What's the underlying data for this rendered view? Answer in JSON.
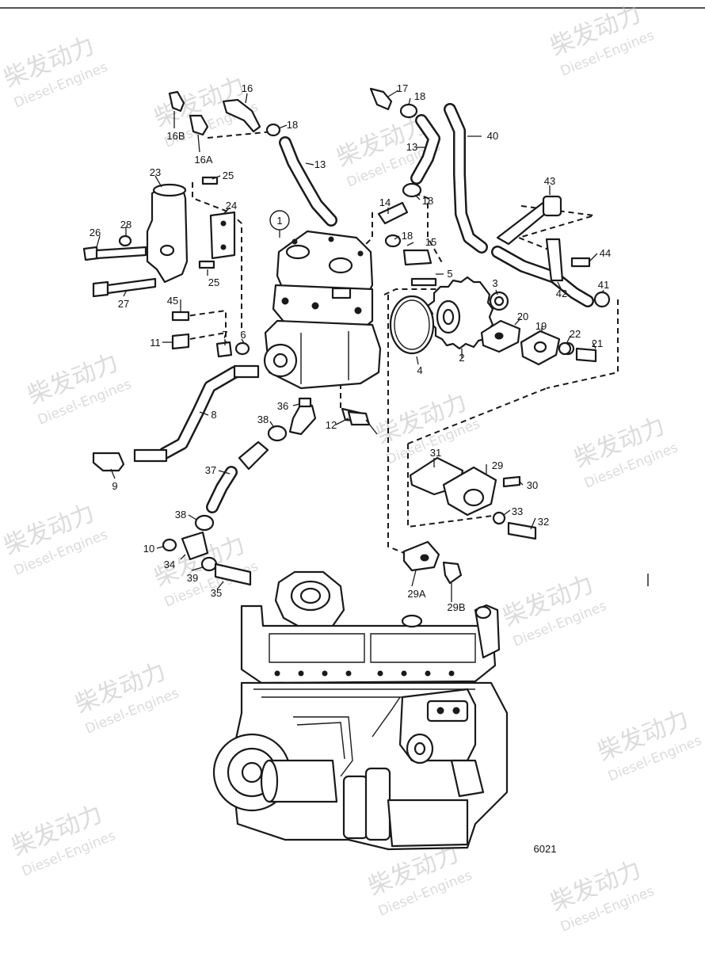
{
  "drawing_number": "6021",
  "watermark": {
    "cn": "柴发动力",
    "en": "Diesel-Engines"
  },
  "callouts": [
    {
      "id": "c1",
      "text": "1"
    },
    {
      "id": "c2",
      "text": "2"
    },
    {
      "id": "c3",
      "text": "3"
    },
    {
      "id": "c4",
      "text": "4"
    },
    {
      "id": "c5",
      "text": "5"
    },
    {
      "id": "c6",
      "text": "6"
    },
    {
      "id": "c7",
      "text": "7"
    },
    {
      "id": "c8",
      "text": "8"
    },
    {
      "id": "c9",
      "text": "9"
    },
    {
      "id": "c10",
      "text": "10"
    },
    {
      "id": "c11",
      "text": "11"
    },
    {
      "id": "c12",
      "text": "12"
    },
    {
      "id": "c13a",
      "text": "13"
    },
    {
      "id": "c13b",
      "text": "13"
    },
    {
      "id": "c14",
      "text": "14"
    },
    {
      "id": "c15",
      "text": "15"
    },
    {
      "id": "c16",
      "text": "16"
    },
    {
      "id": "c16a",
      "text": "16A"
    },
    {
      "id": "c16b",
      "text": "16B"
    },
    {
      "id": "c17",
      "text": "17"
    },
    {
      "id": "c18a",
      "text": "18"
    },
    {
      "id": "c18b",
      "text": "18"
    },
    {
      "id": "c18c",
      "text": "18"
    },
    {
      "id": "c18d",
      "text": "18"
    },
    {
      "id": "c19",
      "text": "19"
    },
    {
      "id": "c20",
      "text": "20"
    },
    {
      "id": "c21",
      "text": "21"
    },
    {
      "id": "c22",
      "text": "22"
    },
    {
      "id": "c23",
      "text": "23"
    },
    {
      "id": "c24",
      "text": "24"
    },
    {
      "id": "c25a",
      "text": "25"
    },
    {
      "id": "c25b",
      "text": "25"
    },
    {
      "id": "c26",
      "text": "26"
    },
    {
      "id": "c27",
      "text": "27"
    },
    {
      "id": "c28",
      "text": "28"
    },
    {
      "id": "c29",
      "text": "29"
    },
    {
      "id": "c29a",
      "text": "29A"
    },
    {
      "id": "c29b",
      "text": "29B"
    },
    {
      "id": "c30",
      "text": "30"
    },
    {
      "id": "c31",
      "text": "31"
    },
    {
      "id": "c32",
      "text": "32"
    },
    {
      "id": "c33",
      "text": "33"
    },
    {
      "id": "c34",
      "text": "34"
    },
    {
      "id": "c35",
      "text": "35"
    },
    {
      "id": "c36",
      "text": "36"
    },
    {
      "id": "c37",
      "text": "37"
    },
    {
      "id": "c38a",
      "text": "38"
    },
    {
      "id": "c38b",
      "text": "38"
    },
    {
      "id": "c39",
      "text": "39"
    },
    {
      "id": "c40",
      "text": "40"
    },
    {
      "id": "c41",
      "text": "41"
    },
    {
      "id": "c42",
      "text": "42"
    },
    {
      "id": "c43",
      "text": "43"
    },
    {
      "id": "c44",
      "text": "44"
    },
    {
      "id": "c45",
      "text": "45"
    }
  ]
}
